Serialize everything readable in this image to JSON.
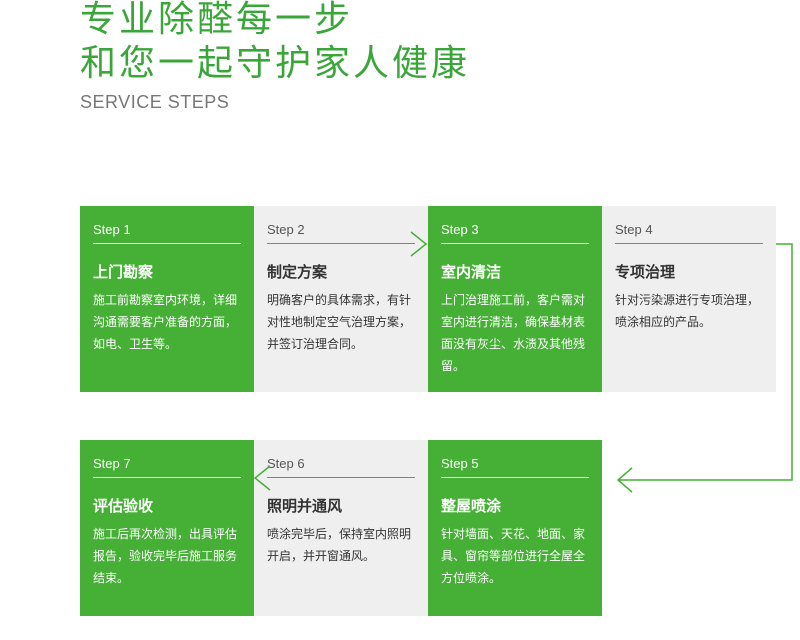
{
  "header": {
    "title_line1": "专业除醛每一步",
    "title_line2": "和您一起守护家人健康",
    "subtitle": "SERVICE STEPS"
  },
  "steps": [
    {
      "label": "Step 1",
      "title": "上门勘察",
      "desc": "施工前勘察室内环境，详细沟通需要客户准备的方面，如电、卫生等。"
    },
    {
      "label": "Step 2",
      "title": "制定方案",
      "desc": "明确客户的具体需求，有针对性地制定空气治理方案，并签订治理合同。"
    },
    {
      "label": "Step 3",
      "title": "室内清洁",
      "desc": "上门治理施工前，客户需对室内进行清洁，确保基材表面没有灰尘、水渍及其他残留。"
    },
    {
      "label": "Step 4",
      "title": "专项治理",
      "desc": "针对污染源进行专项治理，喷涂相应的产品。"
    },
    {
      "label": "Step 5",
      "title": "整屋喷涂",
      "desc": "针对墙面、天花、地面、家具、窗帘等部位进行全屋全方位喷涂。"
    },
    {
      "label": "Step 6",
      "title": "照明并通风",
      "desc": "喷涂完毕后，保持室内照明开启，并开窗通风。"
    },
    {
      "label": "Step 7",
      "title": "评估验收",
      "desc": "施工后再次检测，出具评估报告，验收完毕后施工服务结束。"
    }
  ],
  "colors": {
    "accent": "#45b035",
    "title": "#3aa63a",
    "card_gray": "#efefef"
  },
  "icons": {
    "connector": "chevron-right-icon",
    "connector_left": "chevron-left-icon"
  }
}
